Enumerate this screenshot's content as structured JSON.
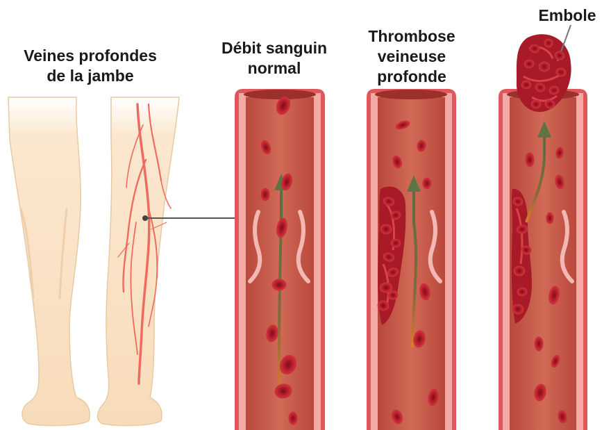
{
  "labels": {
    "legs_line1": "Veines profondes",
    "legs_line2": "de la jambe",
    "normal_line1": "Débit sanguin",
    "normal_line2": "normal",
    "thrombus_line1": "Thrombose",
    "thrombus_line2": "veineuse",
    "thrombus_line3": "profonde",
    "embolus": "Embole"
  },
  "colors": {
    "vessel_wall": "#d7454a",
    "vessel_lumen": "#c7614f",
    "vessel_inner": "#f0a8a4",
    "blood_cell": "#b01e2a",
    "flow_arrow": "#5f7445",
    "skin": "#f8dfbf",
    "vein": "#f07060"
  },
  "icons": [
    "leg-icon",
    "vein-icon",
    "blood-cell-icon",
    "flow-arrow-icon",
    "clot-icon",
    "embolus-icon"
  ]
}
